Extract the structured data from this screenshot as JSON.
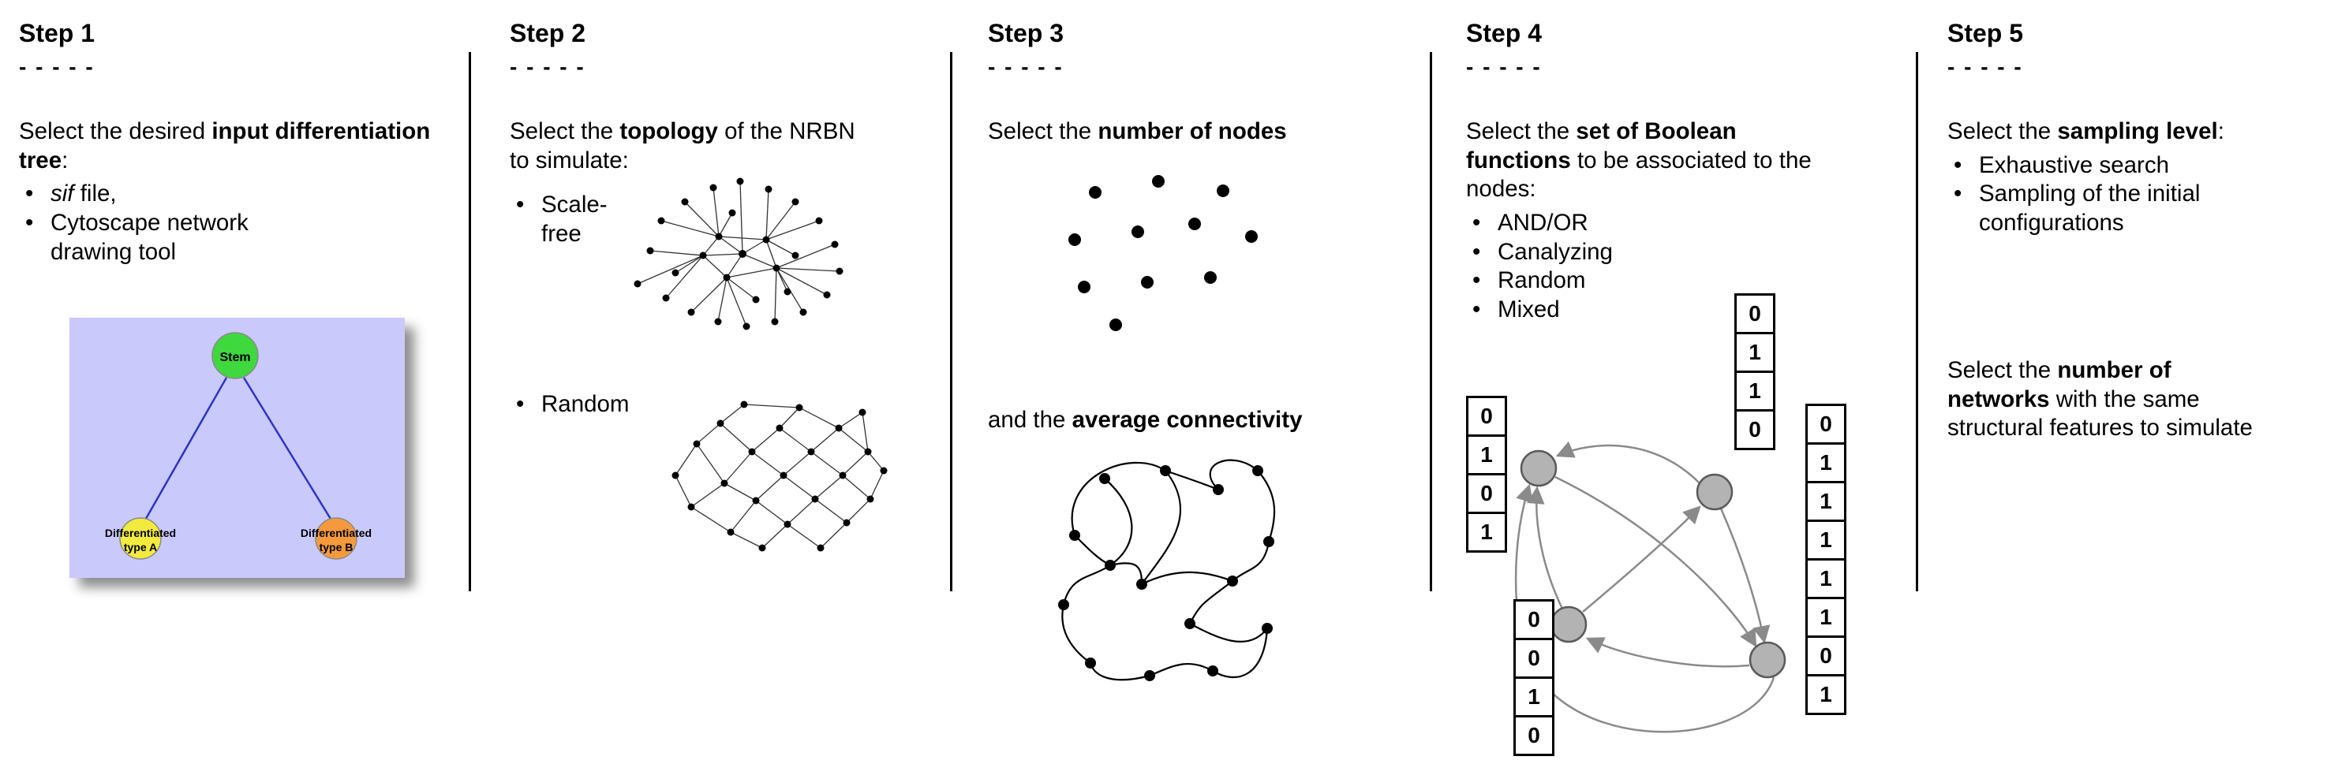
{
  "steps": [
    {
      "title": "Step 1",
      "dashes": "- - - - -",
      "intro": {
        "pre": "Select the desired ",
        "bold": "input differentiation tree",
        "post": ":"
      },
      "bullets": [
        {
          "italic": "sif",
          "text": " file,"
        },
        {
          "text": "Cytoscape network drawing tool"
        }
      ],
      "tree": {
        "stem_label": "Stem",
        "type_a_line1": "Differentiated",
        "type_a_line2": "type A",
        "type_b_line1": "Differentiated",
        "type_b_line2": "type B"
      }
    },
    {
      "title": "Step 2",
      "dashes": "- - - - -",
      "intro": {
        "pre": "Select the ",
        "bold": "topology",
        "post": " of the NRBN to simulate:"
      },
      "bullets": [
        {
          "text": "Scale-free"
        },
        {
          "text": "Random"
        }
      ]
    },
    {
      "title": "Step 3",
      "dashes": "- - - - -",
      "intro": {
        "pre": "Select the ",
        "bold": "number of nodes",
        "post": ""
      },
      "second": {
        "pre": "and the ",
        "bold": "average connectivity",
        "post": ""
      }
    },
    {
      "title": "Step 4",
      "dashes": "- - - - -",
      "intro": {
        "pre": "Select the ",
        "bold": "set of Boolean functions",
        "post": " to be associated to the nodes:"
      },
      "bullets": [
        {
          "text": "AND/OR"
        },
        {
          "text": "Canalyzing"
        },
        {
          "text": "Random"
        },
        {
          "text": "Mixed"
        }
      ],
      "truth_tables": {
        "left": [
          "0",
          "1",
          "0",
          "1"
        ],
        "top": [
          "0",
          "1",
          "1",
          "0"
        ],
        "bottom_left": [
          "0",
          "0",
          "1",
          "0"
        ],
        "right": [
          "0",
          "1",
          "1",
          "1",
          "1",
          "1",
          "0",
          "1"
        ]
      }
    },
    {
      "title": "Step 5",
      "dashes": "- - - - -",
      "intro": {
        "pre": "Select the ",
        "bold": "sampling level",
        "post": ":"
      },
      "bullets": [
        {
          "text": "Exhaustive search"
        },
        {
          "text": "Sampling of the initial configurations"
        }
      ],
      "second_lines": [
        {
          "pre": "Select the ",
          "bold": "number of",
          "post": ""
        },
        {
          "pre": "",
          "bold": "networks",
          "post": " with the same"
        },
        {
          "pre": "",
          "bold": "",
          "post": "structural features to simulate"
        }
      ]
    }
  ],
  "colors": {
    "tree_bg": "#c9c9fb",
    "stem_fill": "#3fd83f",
    "type_a_fill": "#f2ea3e",
    "type_b_fill": "#f59a3c",
    "tree_edge": "#2b35c8",
    "arrow_gray": "#8a8a8a",
    "node_gray": "#b3b3b3"
  }
}
